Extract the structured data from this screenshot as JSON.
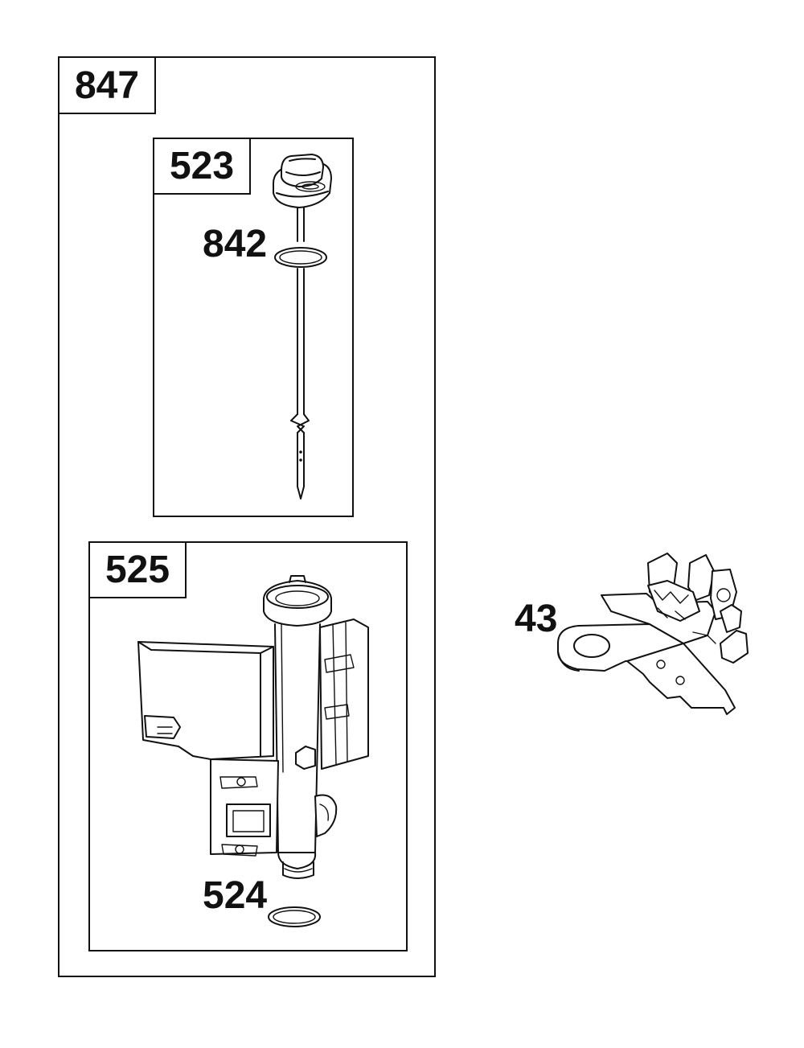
{
  "kit_847": {
    "label": "847"
  },
  "kit_523": {
    "label": "523"
  },
  "kit_525": {
    "label": "525"
  },
  "callouts": {
    "o_ring_842": "842",
    "o_ring_524": "524",
    "bracket_43": "43"
  },
  "colors": {
    "line": "#111111",
    "background": "#ffffff"
  }
}
